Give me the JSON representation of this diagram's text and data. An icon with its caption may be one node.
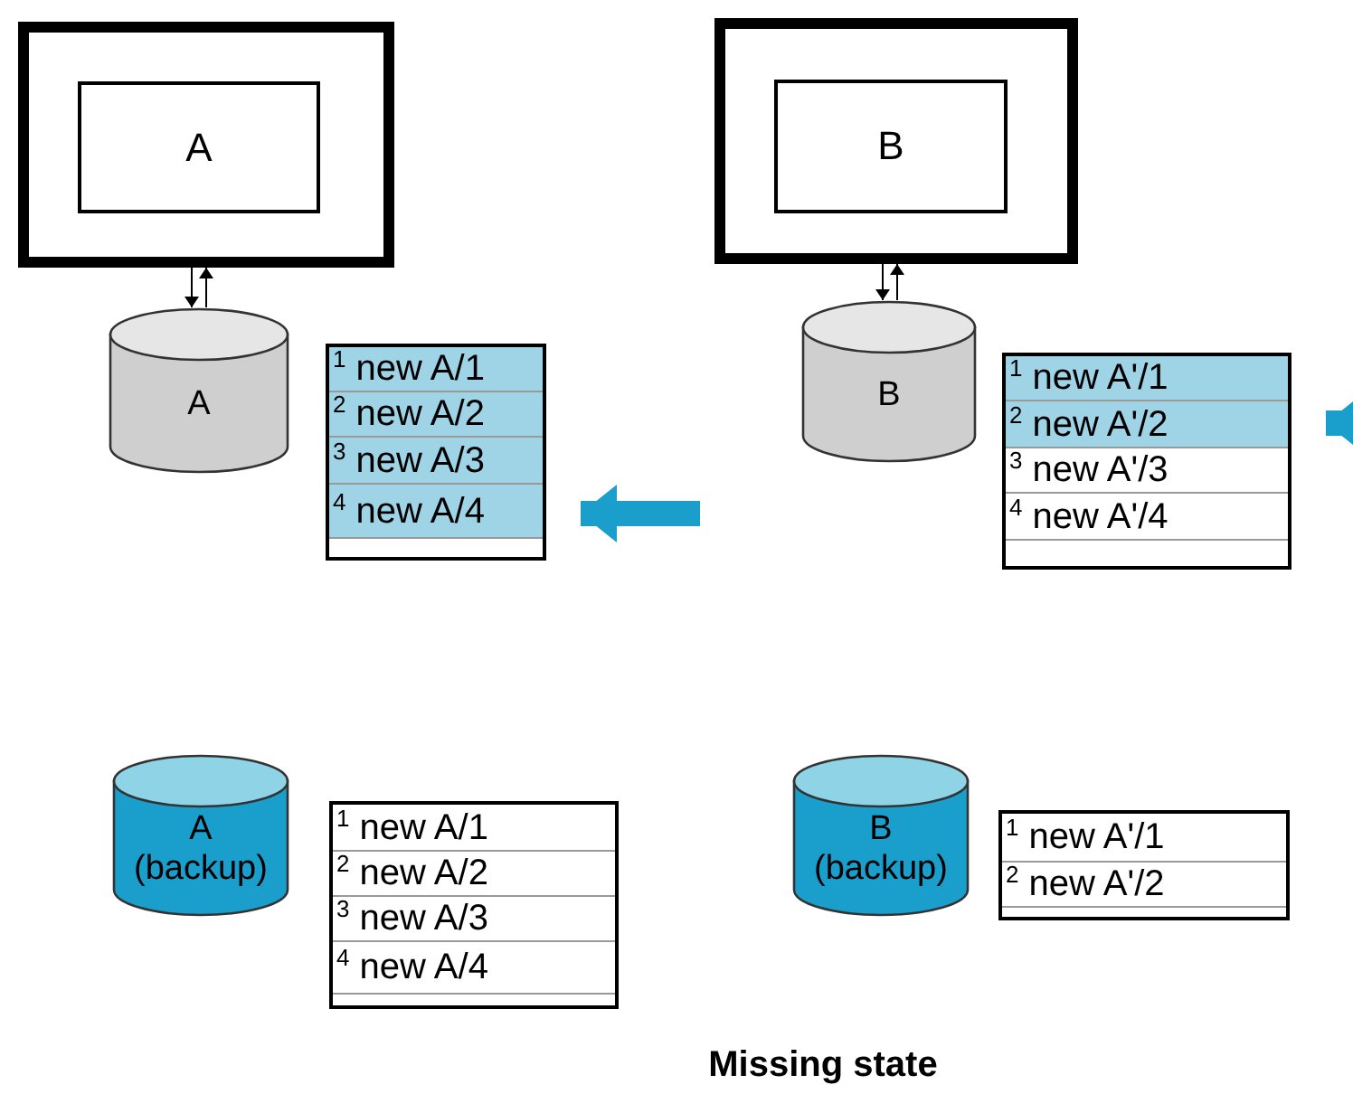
{
  "diagram": {
    "caption": "Missing state",
    "nodes": [
      {
        "text": [],
        "shape": "box"
      },
      {
        "text": [
          "A"
        ],
        "in": 0
      },
      {
        "text": [
          "A"
        ]
      },
      {
        "text": [
          "$^{1}$ new A/1",
          "$^{2}$ new A/2",
          "$^{3}$ new A/3",
          "$^{4}$ new A/4"
        ]
      },
      {
        "text": [],
        "shape": "box"
      },
      {
        "text": [
          "B"
        ],
        "in": 4
      },
      {
        "text": [
          "B"
        ]
      },
      {
        "text": [
          "$^{1}$ new A'/1",
          "$^{2}$ new A'/2",
          "$^{3}$ new A'/3",
          "$^{4}$ new A'/4"
        ]
      },
      {
        "text": [
          "A (backup)"
        ]
      },
      {
        "text": [
          "$^{1}$ new A/1",
          "$^{2}$ new A/2",
          "$^{3}$ new A/3",
          "$^{4}$ new A/4"
        ]
      },
      {
        "text": [
          "B (backup)"
        ]
      },
      {
        "text": [
          "$^{1}$ new A'/1",
          "$^{2}$ new A'/2"
        ]
      }
    ],
    "edges": [
      {
        "from": 0,
        "to": 2,
        "arrow": "to"
      },
      {
        "from": 2,
        "to": 0,
        "arrow": "to"
      },
      {
        "from": 4,
        "to": 6,
        "arrow": "to"
      },
      {
        "from": 6,
        "to": 4,
        "arrow": "to"
      },
      {
        "from": null,
        "to": 3,
        "arrow": "to",
        "style": "thick",
        "color": "#1a9fcc"
      },
      {
        "from": null,
        "to": 7,
        "arrow": "to",
        "style": "thick",
        "color": "#1a9fcc"
      }
    ]
  }
}
